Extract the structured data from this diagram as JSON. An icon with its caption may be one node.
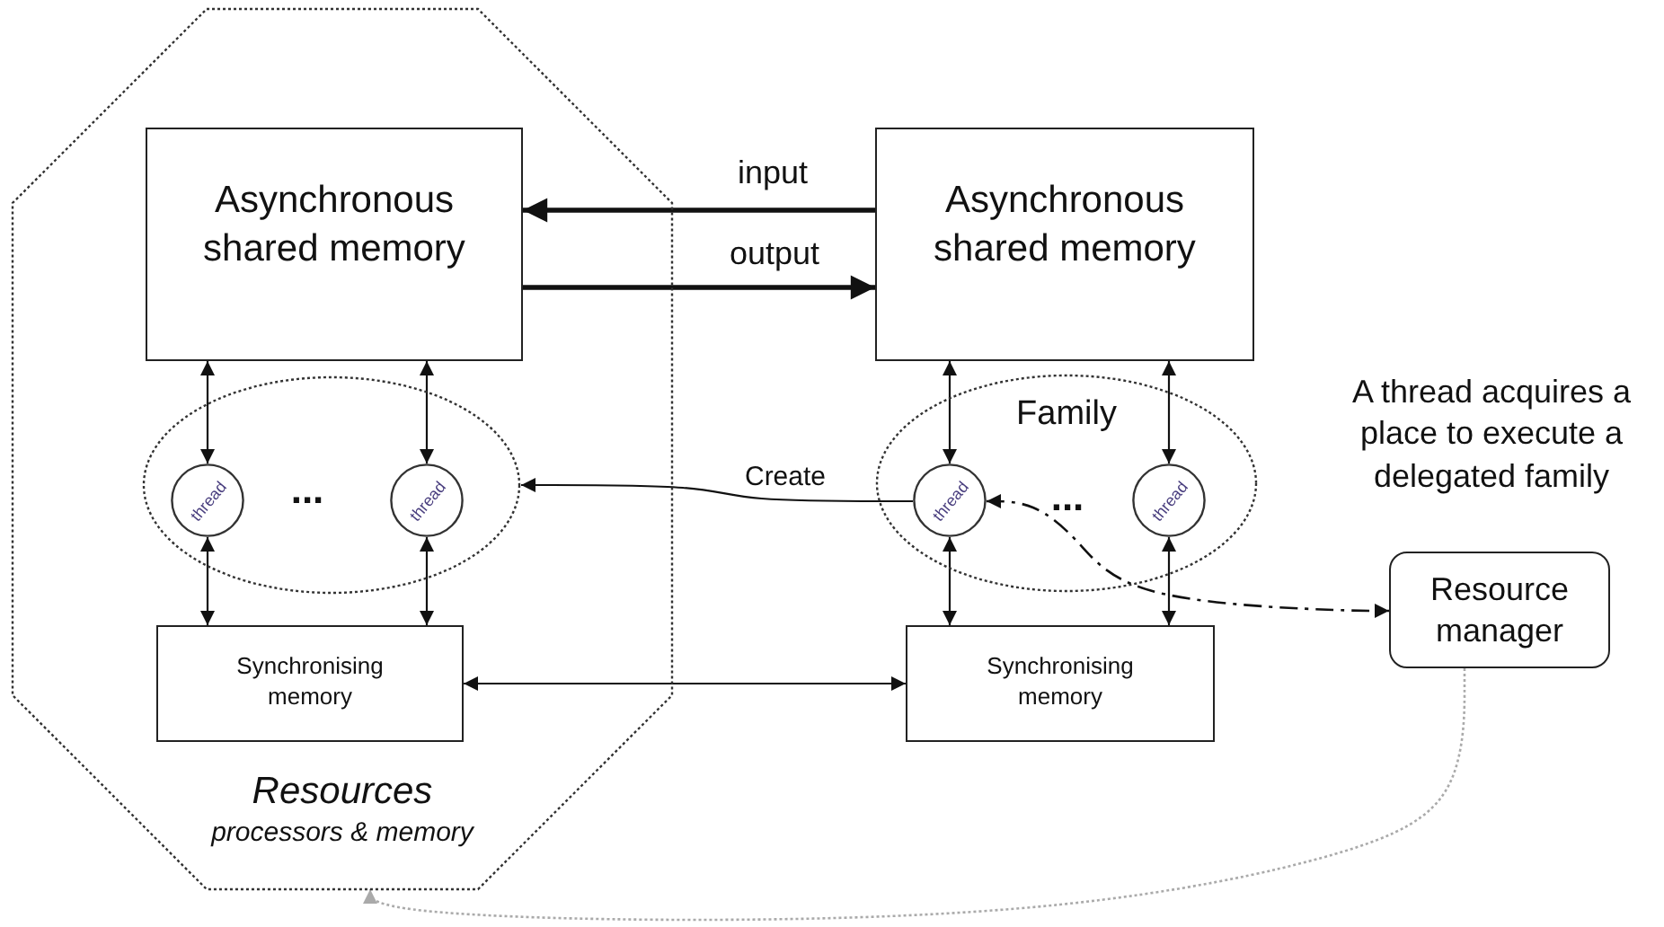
{
  "diagram": {
    "nodes": [
      {
        "text": [
          "Resources",
          "processors & memory"
        ]
      },
      {
        "text": [
          "Asynchronous shared memory"
        ],
        "in": 0
      },
      {
        "text": [],
        "shape": "ellipse",
        "in": 0
      },
      {
        "text": [
          "thread"
        ],
        "in": 2
      },
      {
        "text": [
          "thread"
        ],
        "in": 2
      },
      {
        "text": [
          "Synchronising memory"
        ],
        "in": 0
      },
      {
        "text": [
          "Asynchronous shared memory"
        ]
      },
      {
        "text": [
          "Family"
        ]
      },
      {
        "text": [
          "thread"
        ],
        "in": 7
      },
      {
        "text": [
          "thread"
        ],
        "in": 7
      },
      {
        "text": [
          "Synchronising memory"
        ]
      },
      {
        "text": [
          "Resource manager"
        ]
      }
    ],
    "edges": [
      {
        "from": 6,
        "to": 1,
        "arrow": "to",
        "label": "input",
        "style": "thick"
      },
      {
        "from": 1,
        "to": 6,
        "arrow": "to",
        "label": "output",
        "style": "thick"
      },
      {
        "from": 1,
        "to": 3,
        "arrow": "both"
      },
      {
        "from": 1,
        "to": 4,
        "arrow": "both"
      },
      {
        "from": 3,
        "to": 5,
        "arrow": "both"
      },
      {
        "from": 4,
        "to": 5,
        "arrow": "both"
      },
      {
        "from": 6,
        "to": 8,
        "arrow": "both"
      },
      {
        "from": 6,
        "to": 9,
        "arrow": "both"
      },
      {
        "from": 8,
        "to": 10,
        "arrow": "both"
      },
      {
        "from": 9,
        "to": 10,
        "arrow": "both"
      },
      {
        "from": 8,
        "to": 2,
        "arrow": "to",
        "label": "Create"
      },
      {
        "from": 10,
        "to": 5,
        "arrow": "both"
      },
      {
        "from": 8,
        "to": 11,
        "arrow": "both",
        "style": "dashed"
      },
      {
        "from": 11,
        "to": 0,
        "arrow": "to",
        "style": "dashed",
        "color": "#aaaaaa"
      }
    ],
    "labels": [
      "...",
      "...",
      "A thread acquires a place to execute a delegated family"
    ]
  }
}
